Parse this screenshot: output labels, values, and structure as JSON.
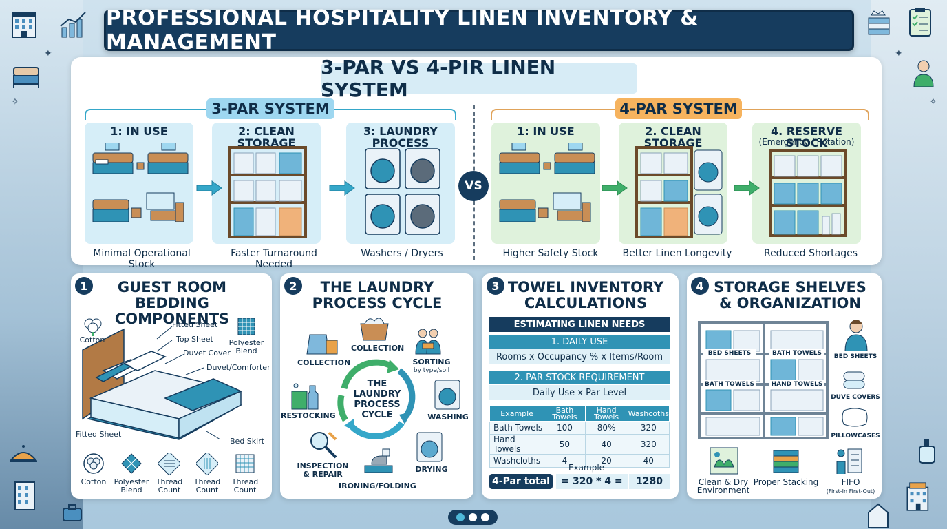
{
  "title": "PROFESSIONAL HOSPITALITY LINEN INVENTORY & MANAGEMENT",
  "comparison": {
    "heading": "3-PAR VS 4-PIR LINEN SYSTEM",
    "vs": "VS",
    "left": {
      "label": "3-PAR SYSTEM",
      "stages": [
        {
          "title": "1: IN USE",
          "caption": "Minimal Operational Stock"
        },
        {
          "title": "2: CLEAN STORAGE",
          "caption": "Faster Turnaround Needed"
        },
        {
          "title": "3: LAUNDRY PROCESS",
          "caption": "Washers / Dryers"
        }
      ]
    },
    "right": {
      "label": "4-PAR SYSTEM",
      "stages": [
        {
          "title": "1: IN USE",
          "caption": "Higher Safety Stock"
        },
        {
          "title": "2. CLEAN STORAGE",
          "caption": "Better Linen Longevity"
        },
        {
          "title": "4. RESERVE STOCK",
          "subtitle": "(Emergency / Rotation)",
          "caption": "Reduced Shortages"
        }
      ]
    }
  },
  "panels": {
    "bedding": {
      "number": "1",
      "title_line1": "GUEST ROOM",
      "title_line2": "BEDDING COMPONENTS",
      "labels": {
        "cotton_top": "Cotton",
        "fitted_sheet_top": "Fitted Sheet",
        "top_sheet": "Top Sheet",
        "duvet_cover": "Duvet Cover",
        "duvet_comforter": "Duvet/Comforter",
        "polyester_top": "Polyester Blend",
        "fitted_sheet_bottom": "Fitted Sheet",
        "bed_skirt": "Bed Skirt"
      },
      "materials": [
        "Cotton",
        "Polyester Blend",
        "Thread Count",
        "Thread Count",
        "Thread Count"
      ]
    },
    "laundry": {
      "number": "2",
      "title_line1": "THE LAUNDRY",
      "title_line2": "PROCESS CYCLE",
      "center_text": "THE LAUNDRY PROCESS CYCLE",
      "steps": {
        "collection_left": "COLLECTION",
        "collection_top": "COLLECTION",
        "sorting": "SORTING",
        "sorting_sub": "by type/soil",
        "washing": "WASHING",
        "drying": "DRYING",
        "ironing": "IRONING/FOLDING",
        "inspection": "INSPECTION & REPAIR",
        "restocking": "RESTOCKING"
      }
    },
    "towel": {
      "number": "3",
      "title_line1": "TOWEL INVENTORY",
      "title_line2": "CALCULATIONS",
      "estimating": "ESTIMATING LINEN NEEDS",
      "daily_use": "1. DAILY USE",
      "daily_formula": "Rooms x Occupancy % x Items/Room",
      "par_stock": "2. PAR STOCK REQUIREMENT",
      "par_formula": "Daily Use x Par Level",
      "table": {
        "headers": [
          "Example",
          "Bath Towels",
          "Hand Towels",
          "Washcoths"
        ],
        "rows": [
          [
            "Bath Towels",
            "100",
            "80%",
            "320"
          ],
          [
            "Hand Towels",
            "50",
            "40",
            "320"
          ],
          [
            "Washcloths",
            "4",
            "20",
            "40"
          ]
        ]
      },
      "example_label": "Example",
      "total_label": "4-Par total",
      "total_formula": "= 320 * 4 =",
      "total_value": "1280"
    },
    "storage": {
      "number": "4",
      "title_line1": "STORAGE SHELVES",
      "title_line2": "& ORGANIZATION",
      "shelf_labels": [
        "BED SHEETS",
        "BATH TOWELS",
        "BATH TOWELS",
        "HAND TOWELS"
      ],
      "side_labels": [
        "BED SHEETS",
        "DUVE COVERS",
        "PILLOWCASES"
      ],
      "tips": [
        "Clean & Dry Environment",
        "Proper Stacking",
        "FIFO",
        "(First-In First-Out)"
      ]
    }
  },
  "colors": {
    "navy": "#163c5e",
    "teal": "#2f93b5",
    "light_blue": "#d6eef8",
    "light_green": "#dff2dc",
    "orange": "#f6b35e",
    "green_arrow": "#3fae6a"
  }
}
